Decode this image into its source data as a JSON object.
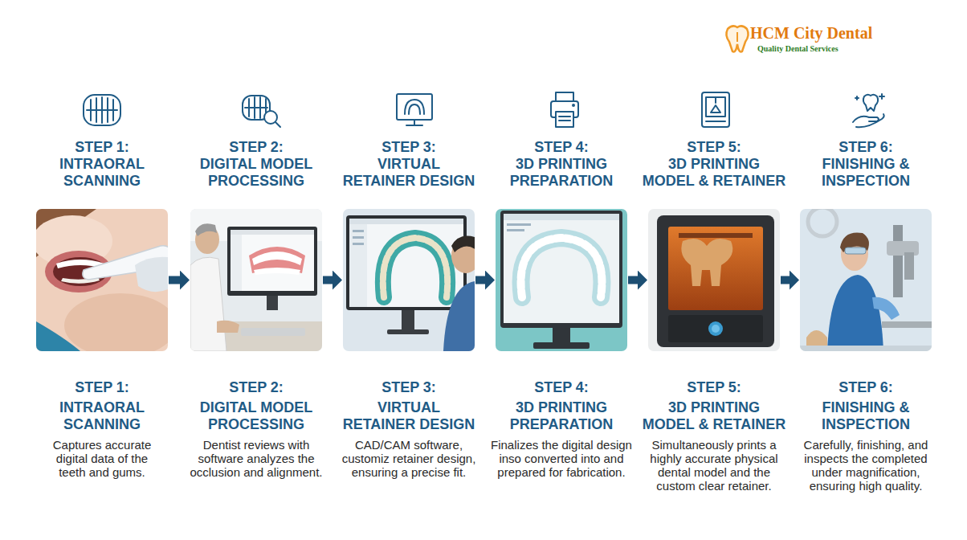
{
  "diagram": {
    "nodes": [
      {
        "text": [
          "STEP 1:",
          "INTRAORAL SCANNING",
          "STEP 1:",
          "INTRAORAL SCANNING",
          "Captures accurate digital data of the teeth and gums."
        ]
      },
      {
        "text": [
          "STEP 2:",
          "DIGITAL MODEL PROCESSING",
          "STEP 2:",
          "DIGITAL MODEL PROCESSING",
          "Dentist reviews with software analyzes the occlusion and alignment."
        ]
      },
      {
        "text": [
          "STEP 3:",
          "VIRTUAL RETAINER DESIGN",
          "STEP 3:",
          "VIRTUAL RETAINER DESIGN",
          "CAD/CAM software, customiz retainer design, ensuring a precise fit."
        ]
      },
      {
        "text": [
          "STEP 4:",
          "3D PRINTING PREPARATION",
          "STEP 4:",
          "3D PRINTING PREPARATION",
          "Finalizes the digital design inso converted into and prepared for fabrication."
        ]
      },
      {
        "text": [
          "STEP 5:",
          "3D PRINTING MODEL & RETAINER",
          "STEP 5:",
          "3D PRINTING MODEL & RETAINER",
          "Simultaneously prints a highly accurate physical dental model and the custom clear retainer."
        ]
      },
      {
        "text": [
          "STEP 6:",
          "FINISHING & INSPECTION",
          "STEP 6:",
          "FINISHING & INSPECTION",
          "Carefully, finishing, and inspects the completed under magnification, ensuring high quality."
        ]
      }
    ],
    "edges": [
      {
        "from": 0,
        "to": 1,
        "arrow": "to"
      },
      {
        "from": 1,
        "to": 2,
        "arrow": "to"
      },
      {
        "from": 2,
        "to": 3,
        "arrow": "to"
      },
      {
        "from": 3,
        "to": 4,
        "arrow": "to"
      },
      {
        "from": 4,
        "to": 5,
        "arrow": "to"
      }
    ],
    "labels": [
      "HCM City Dental",
      "Quality Dental Services"
    ]
  }
}
